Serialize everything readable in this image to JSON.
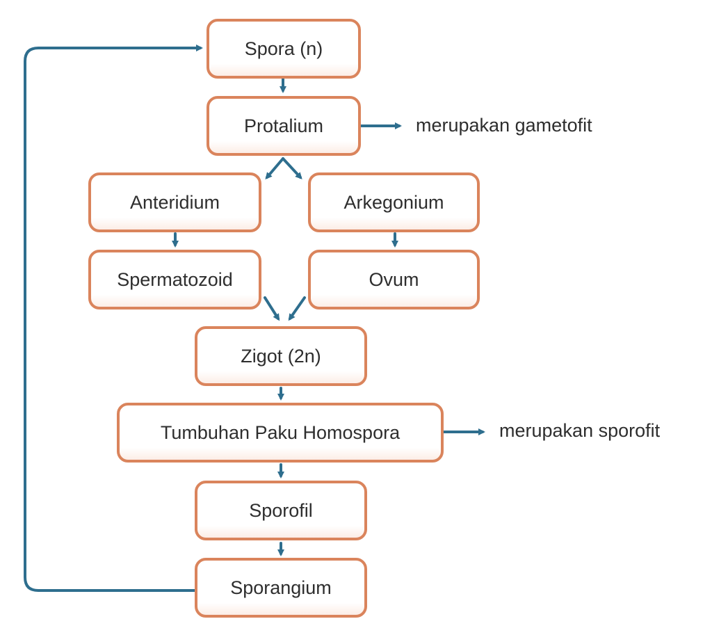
{
  "title": "Siklus hidup tumbuhan paku homospora",
  "colors": {
    "box_border": "#DA845C",
    "arrow": "#2E6E8E",
    "text": "#2e2e2e"
  },
  "nodes": {
    "spora": "Spora (n)",
    "protalium": "Protalium",
    "anteridium": "Anteridium",
    "arkegonium": "Arkegonium",
    "spermatozoid": "Spermatozoid",
    "ovum": "Ovum",
    "zigot": "Zigot (2n)",
    "tumbuhan": "Tumbuhan Paku Homospora",
    "sporofil": "Sporofil",
    "sporangium": "Sporangium"
  },
  "notes": {
    "gametofit": "merupakan gametofit",
    "sporofit": "merupakan sporofit"
  },
  "edges": [
    [
      "spora",
      "protalium"
    ],
    [
      "protalium",
      "anteridium"
    ],
    [
      "protalium",
      "arkegonium"
    ],
    [
      "anteridium",
      "spermatozoid"
    ],
    [
      "arkegonium",
      "ovum"
    ],
    [
      "spermatozoid",
      "zigot"
    ],
    [
      "ovum",
      "zigot"
    ],
    [
      "zigot",
      "tumbuhan"
    ],
    [
      "tumbuhan",
      "sporofil"
    ],
    [
      "sporofil",
      "sporangium"
    ],
    [
      "sporangium",
      "spora"
    ],
    [
      "protalium",
      "note-gametofit"
    ],
    [
      "tumbuhan",
      "note-sporofit"
    ]
  ]
}
